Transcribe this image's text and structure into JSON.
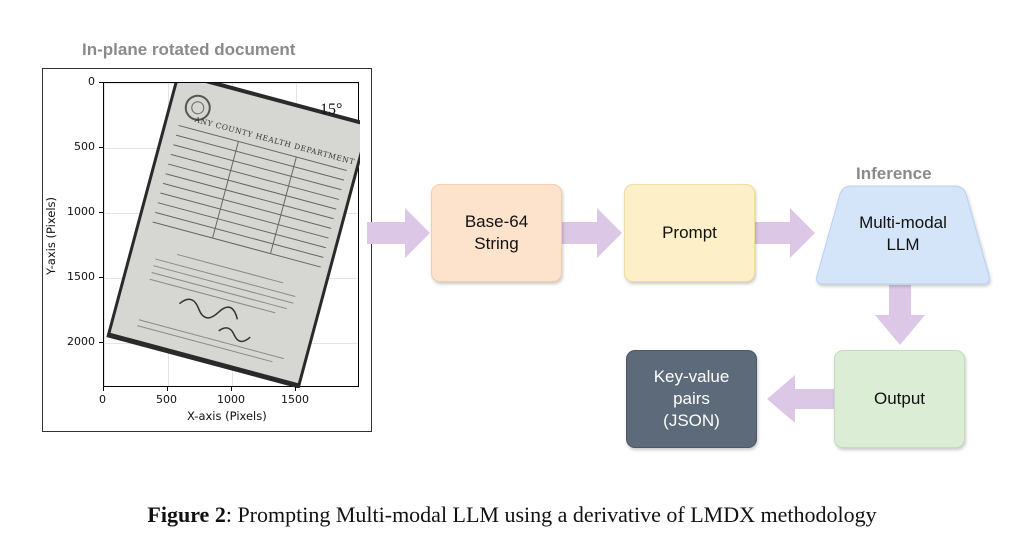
{
  "document_plot": {
    "title": "In-plane rotated document",
    "angle_label": "15°",
    "xlabel": "X-axis (Pixels)",
    "ylabel": "Y-axis (Pixels)",
    "x_ticks": [
      "0",
      "500",
      "1000",
      "1500"
    ],
    "y_ticks": [
      "0",
      "500",
      "1000",
      "1500",
      "2000"
    ],
    "doc_heading": "ANY COUNTY HEALTH DEPARTMENT"
  },
  "flow": {
    "inference_label": "Inference",
    "nodes": [
      {
        "id": "base64",
        "label": "Base-64\nString",
        "color": "#fde3cc"
      },
      {
        "id": "prompt",
        "label": "Prompt",
        "color": "#fdf0c8"
      },
      {
        "id": "llm",
        "label": "Multi-modal\nLLM",
        "color": "#d4e5fa"
      },
      {
        "id": "output",
        "label": "Output",
        "color": "#dcedd6"
      },
      {
        "id": "json",
        "label": "Key-value\npairs\n(JSON)",
        "color": "#5c6a7a",
        "text_color": "#ffffff"
      }
    ],
    "arrow_color": "#dcc8e6"
  },
  "caption": {
    "prefix": "Figure 2",
    "text": ": Prompting Multi-modal LLM using a derivative of LMDX methodology"
  }
}
